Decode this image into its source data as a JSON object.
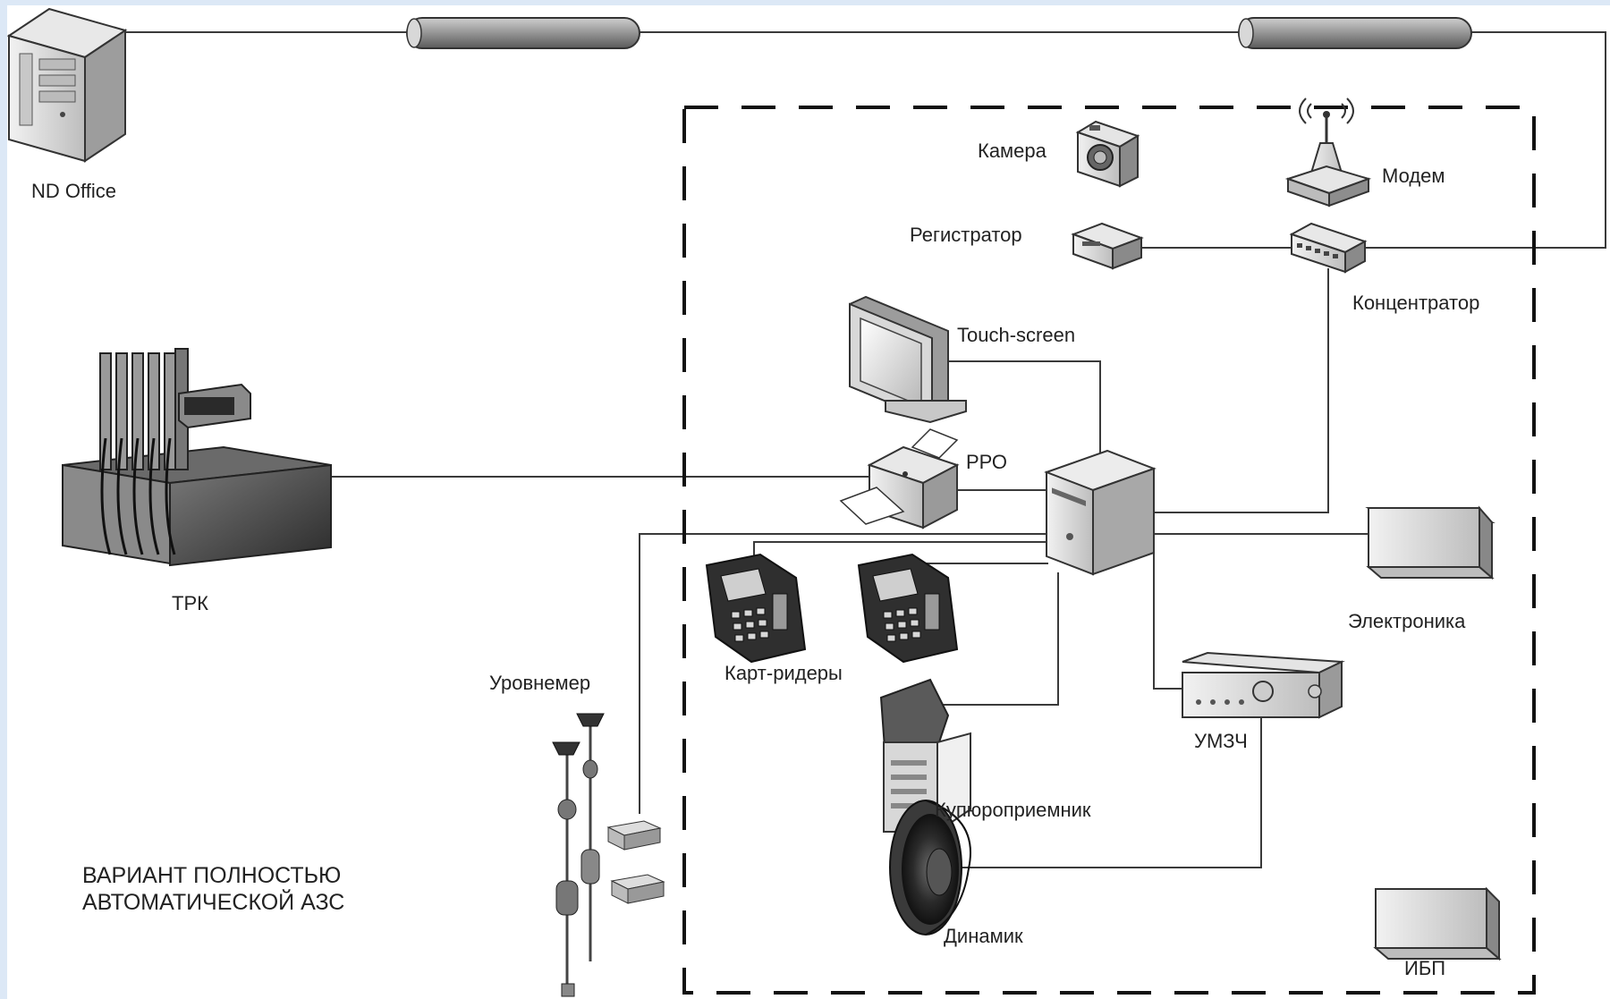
{
  "labels": {
    "nd_office": "ND Office",
    "camera": "Камера",
    "modem": "Модем",
    "registrator": "Регистратор",
    "concentrator": "Концентратор",
    "touch_screen": "Touch-screen",
    "rro": "РРО",
    "trk": "ТРК",
    "card_readers": "Карт-ридеры",
    "level_gauge": "Уровнемер",
    "electronics": "Электроника",
    "amplifier": "УМЗЧ",
    "bill_acceptor": "Купюроприемник",
    "speaker": "Динамик",
    "ups": "ИБП"
  },
  "caption": {
    "line1": "ВАРИАНТ ПОЛНОСТЬЮ",
    "line2": "АВТОМАТИЧЕСКОЙ АЗС"
  },
  "icons": {
    "server": "server-tower-icon",
    "camera": "camera-icon",
    "modem": "wifi-modem-icon",
    "registrator": "dvr-recorder-icon",
    "hub": "network-hub-icon",
    "monitor": "touch-monitor-icon",
    "printer": "fiscal-printer-icon",
    "pump": "fuel-dispenser-icon",
    "pc": "pc-tower-icon",
    "card_reader": "card-reader-icon",
    "bill_acceptor": "bill-acceptor-icon",
    "amplifier": "amplifier-icon",
    "speaker": "speaker-icon",
    "box": "equipment-box-icon",
    "probe": "level-probe-icon"
  },
  "colors": {
    "line": "#3a3a3a",
    "dash": "#111111",
    "background": "#ffffff",
    "edge_tint": "#dce8f6"
  }
}
